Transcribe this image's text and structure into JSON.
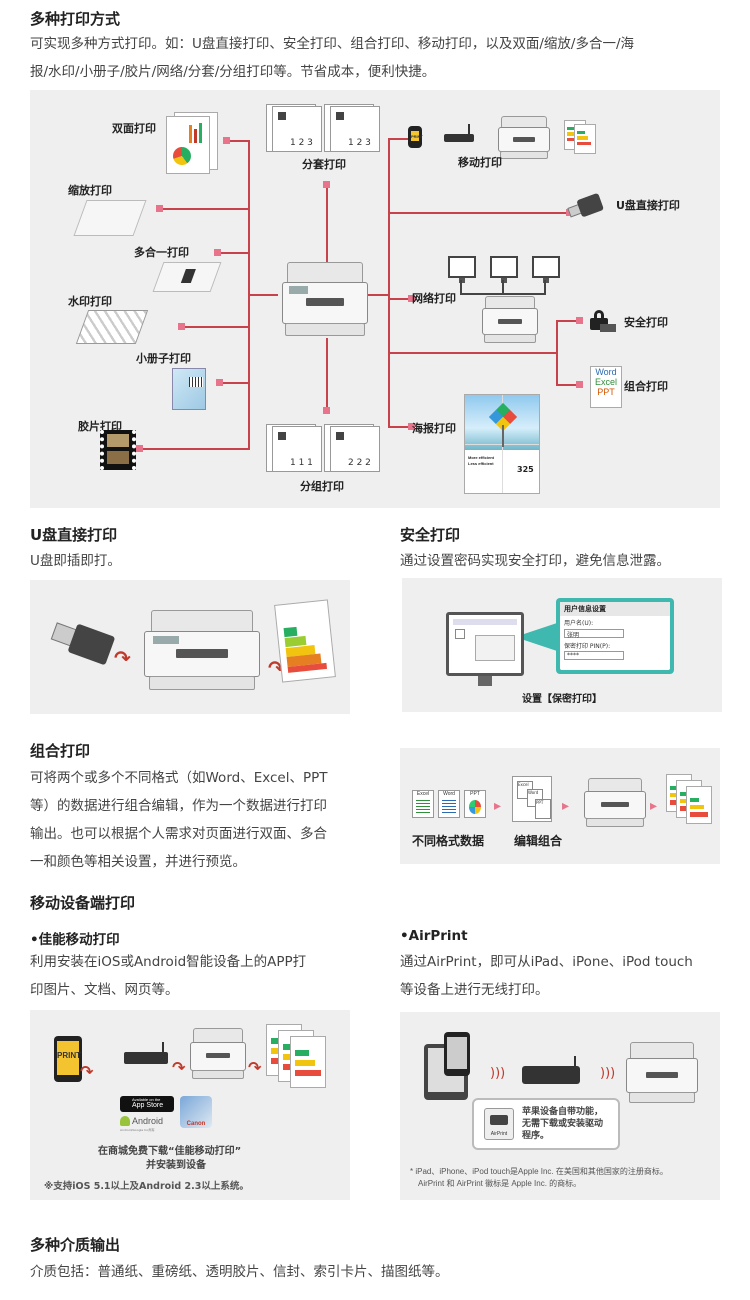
{
  "section1": {
    "title": "多种打印方式",
    "desc_line1": "可实现多种方式打印。如：U盘直接打印、安全打印、组合打印、移动打印，以及双面/缩放/多合一/海",
    "desc_line2": "报/水印/小册子/胶片/网络/分套/分组打印等。节省成本，便利快捷。"
  },
  "diagram": {
    "left_labels": {
      "duplex": "双面打印",
      "zoom": "缩放打印",
      "multi": "多合一打印",
      "watermark": "水印打印",
      "booklet": "小册子打印",
      "film": "胶片打印"
    },
    "collate_label": "分套打印",
    "group_label": "分组打印",
    "collate_nums_a": "1 2 3",
    "collate_nums_b": "1 2 3",
    "group_nums_a": "1 1 1",
    "group_nums_b": "2 2 2",
    "right_labels": {
      "mobile": "移动打印",
      "usb": "U盘直接打印",
      "network": "网络打印",
      "secure": "安全打印",
      "combine": "组合打印",
      "poster": "海报打印"
    },
    "phone_text": "PRINT",
    "poster_caption1": "More efficient",
    "poster_caption2": "Less efficient",
    "poster_num": "325",
    "office": {
      "word": "Word",
      "excel": "Excel",
      "ppt": "PPT"
    }
  },
  "usb_section": {
    "title": "U盘直接打印",
    "desc": "U盘即插即打。"
  },
  "secure_section": {
    "title": "安全打印",
    "desc": "通过设置密码实现安全打印，避免信息泄露。",
    "dialog_title": "用户信息设置",
    "user_label": "用户名(U):",
    "user_value": "张明",
    "pin_label": "保密打印 PIN(P):",
    "pin_value": "****",
    "caption": "设置【保密打印】"
  },
  "combine_section": {
    "title": "组合打印",
    "desc_line1": "可将两个或多个不同格式（如Word、Excel、PPT",
    "desc_line2": "等）的数据进行组合编辑，作为一个数据进行打印",
    "desc_line3": "输出。也可以根据个人需求对页面进行双面、多合",
    "desc_line4": "一和颜色等相关设置，并进行预览。",
    "icon_excel": "Excel",
    "icon_word": "Word",
    "icon_ppt": "PPT",
    "label_formats": "不同格式数据",
    "label_edit": "编辑组合"
  },
  "mobile_section": {
    "title": "移动设备端打印",
    "canon": {
      "subtitle": "•佳能移动打印",
      "desc_line1": "利用安装在iOS或Android智能设备上的APP打",
      "desc_line2": "印图片、文档、网页等。",
      "phone_text": "PRINT",
      "appstore_small": "Available on the",
      "appstore": "App Store",
      "android": "Android",
      "android_small": "Android/Google Inc所有",
      "canon_logo": "Canon",
      "caption1": "在商城免费下载“佳能移动打印”",
      "caption2": "并安装到设备",
      "note": "※支持iOS 5.1以上及Android 2.3以上系统。"
    },
    "airprint": {
      "subtitle": "•AirPrint",
      "desc_line1": "通过AirPrint，即可从iPad、iPone、iPod touch",
      "desc_line2": "等设备上进行无线打印。",
      "bubble_line1": "苹果设备自带功能，",
      "bubble_line2": "无需下载或安装驱动",
      "bubble_line3": "程序。",
      "airprint_icon_label": "AirPrint",
      "note_line1": "* iPad、iPhone、iPod touch是Apple Inc. 在美国和其他国家的注册商标。",
      "note_line2": "AirPrint 和 AirPrint 徽标是 Apple Inc. 的商标。"
    }
  },
  "media_section": {
    "title": "多种介质输出",
    "desc": "介质包括：普通纸、重磅纸、透明胶片、信封、索引卡片、描图纸等。"
  },
  "colors": {
    "accent_line": "#c8424b",
    "pink_marker": "#e8748c",
    "panel_bg": "#efefef",
    "teal": "#3fb8b0"
  }
}
